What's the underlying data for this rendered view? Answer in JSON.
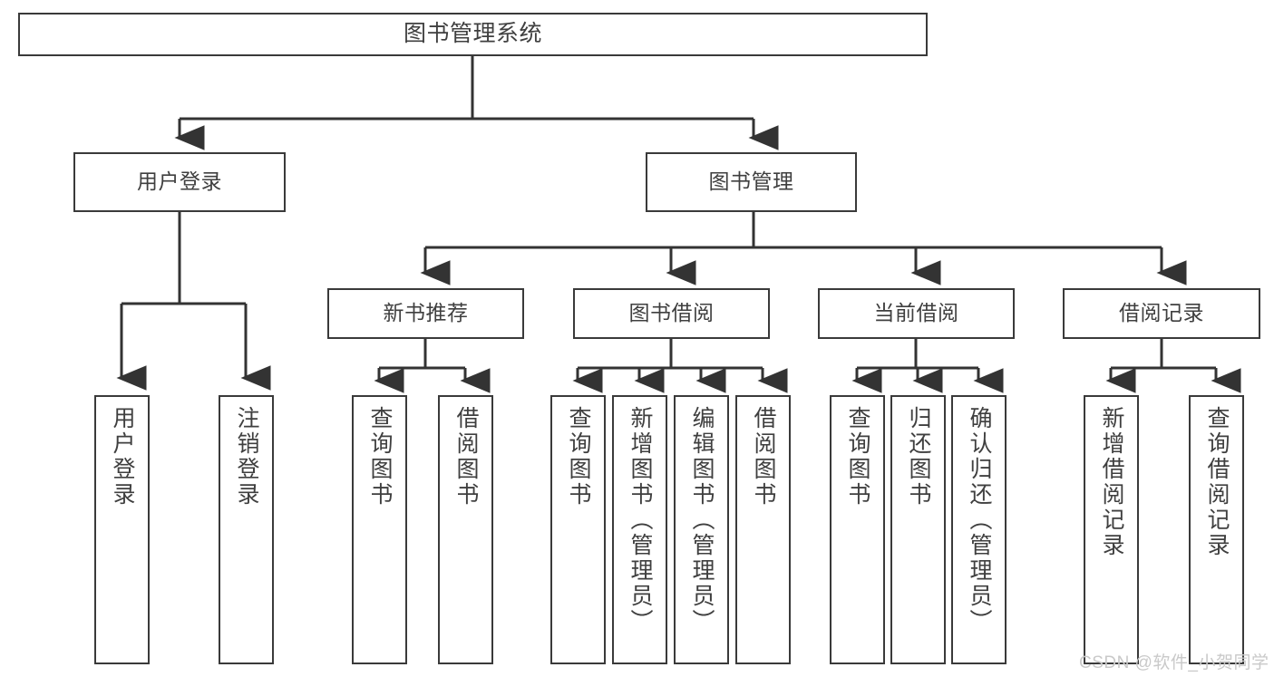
{
  "diagram": {
    "title": "图书管理系统",
    "type": "hierarchy-tree",
    "colors": {
      "box_border": "#3a3a3a",
      "box_fill": "#ffffff",
      "text": "#3f3f3f",
      "connector": "#333333",
      "watermark": "#c9c9c9",
      "background": "#ffffff"
    },
    "watermark": "CSDN @软件_小贺同学",
    "nodes": {
      "root": {
        "label": "图书管理系统"
      },
      "level2": [
        {
          "id": "user-login",
          "label": "用户登录"
        },
        {
          "id": "book-manage",
          "label": "图书管理"
        }
      ],
      "level3": [
        {
          "id": "new-book-recommend",
          "label": "新书推荐"
        },
        {
          "id": "book-borrow",
          "label": "图书借阅"
        },
        {
          "id": "current-borrow",
          "label": "当前借阅"
        },
        {
          "id": "borrow-record",
          "label": "借阅记录"
        }
      ],
      "leaves": {
        "user-login": [
          {
            "id": "leaf-user-login",
            "label": "用户登录"
          },
          {
            "id": "leaf-logout-login",
            "label": "注销登录"
          }
        ],
        "new-book-recommend": [
          {
            "id": "leaf-query-book-1",
            "label": "查询图书"
          },
          {
            "id": "leaf-borrow-book-1",
            "label": "借阅图书"
          }
        ],
        "book-borrow": [
          {
            "id": "leaf-query-book-2",
            "label": "查询图书"
          },
          {
            "id": "leaf-add-book",
            "label": "新增图书（管理员）"
          },
          {
            "id": "leaf-edit-book",
            "label": "编辑图书（管理员）"
          },
          {
            "id": "leaf-borrow-book-2",
            "label": "借阅图书"
          }
        ],
        "current-borrow": [
          {
            "id": "leaf-query-book-3",
            "label": "查询图书"
          },
          {
            "id": "leaf-return-book",
            "label": "归还图书"
          },
          {
            "id": "leaf-confirm-return",
            "label": "确认归还（管理员）"
          }
        ],
        "borrow-record": [
          {
            "id": "leaf-add-record",
            "label": "新增借阅记录"
          },
          {
            "id": "leaf-query-record",
            "label": "查询借阅记录"
          }
        ]
      }
    }
  }
}
